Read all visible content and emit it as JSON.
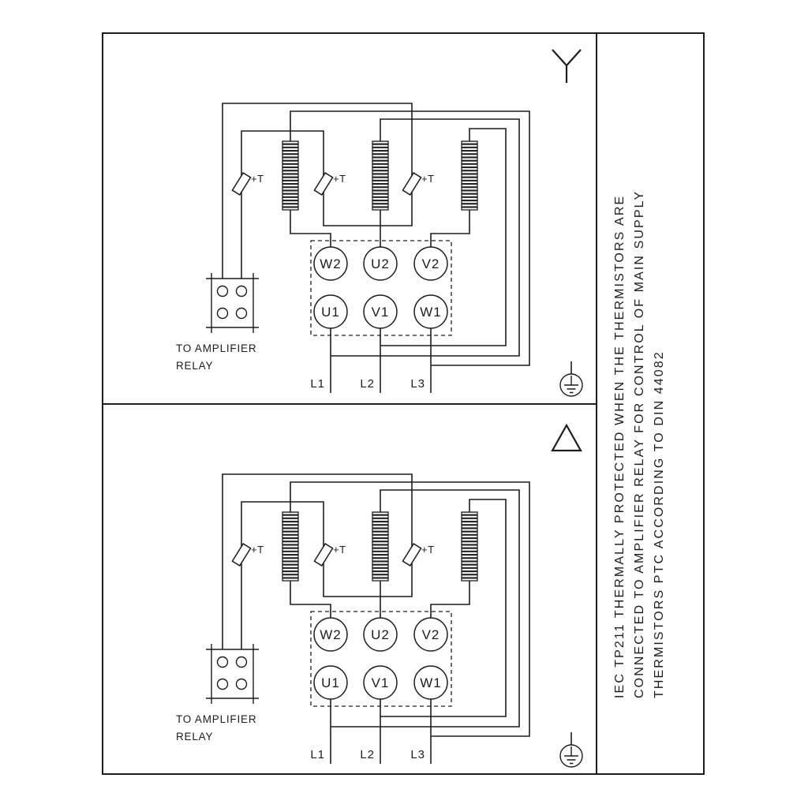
{
  "colors": {
    "line": "#1d1d1d",
    "background": "#ffffff"
  },
  "note": {
    "line1": "IEC TP211 THERMALLY PROTECTED WHEN THE THERMISTORS ARE",
    "line2": "CONNECTED TO AMPLIFIER RELAY FOR CONTROL OF MAIN SUPPLY",
    "line3": "THERMISTORS PTC ACCORDING TO DIN 44082"
  },
  "panels": [
    {
      "connection": "star",
      "connection_symbol": "star-icon",
      "terminal_top_row": [
        "W2",
        "U2",
        "V2"
      ],
      "terminal_bottom_row": [
        "U1",
        "V1",
        "W1"
      ],
      "supply_lines": [
        "L1",
        "L2",
        "L3"
      ],
      "thermistor_label": "+T",
      "relay_label_line1": "TO AMPLIFIER",
      "relay_label_line2": "RELAY"
    },
    {
      "connection": "delta",
      "connection_symbol": "delta-icon",
      "terminal_top_row": [
        "W2",
        "U2",
        "V2"
      ],
      "terminal_bottom_row": [
        "U1",
        "V1",
        "W1"
      ],
      "supply_lines": [
        "L1",
        "L2",
        "L3"
      ],
      "thermistor_label": "+T",
      "relay_label_line1": "TO AMPLIFIER",
      "relay_label_line2": "RELAY"
    }
  ]
}
